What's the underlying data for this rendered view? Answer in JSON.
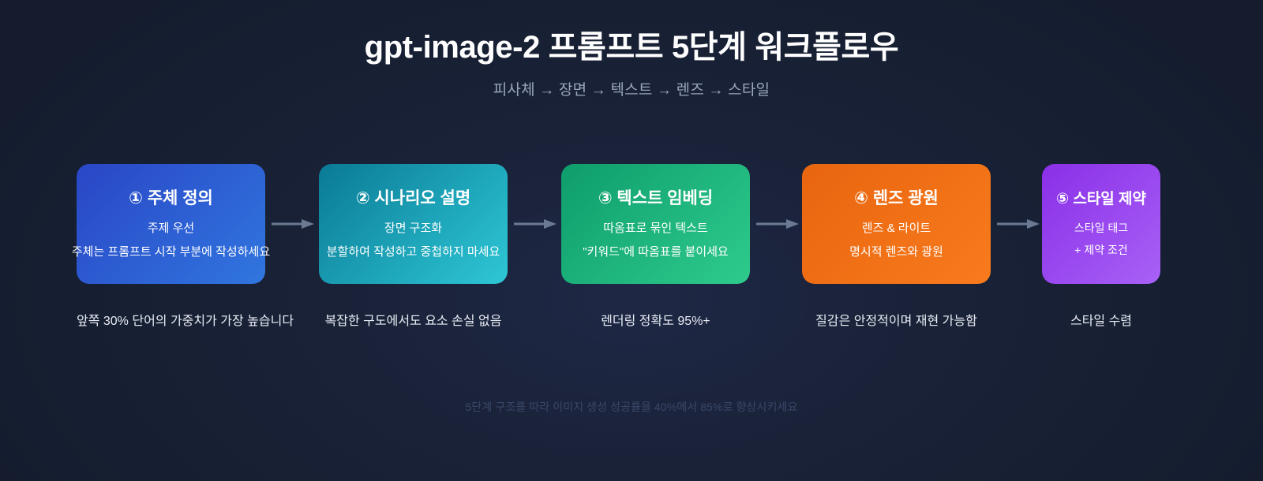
{
  "header": {
    "title": "gpt-image-2 프롬프트 5단계 워크플로우",
    "subtitle": "피사체 → 장면 → 텍스트 → 렌즈 → 스타일"
  },
  "theme": {
    "background": "#141c2e",
    "background_center": "#1e2845",
    "title_color": "#ffffff",
    "subtitle_color": "#9aa5bb",
    "caption_color": "#e8ecf4",
    "footer_color": "#3a4767",
    "arrow_color": "#6b7a93"
  },
  "steps": [
    {
      "index": "①",
      "title": "① 주체 정의",
      "sub": "주제 우선",
      "detail": "주체는 프롬프트 시작 부분에 작성하세요",
      "caption": "앞쪽 30% 단어의 가중치가 가장 높습니다",
      "color_from": "#2a46c6",
      "color_to": "#3076df"
    },
    {
      "index": "②",
      "title": "② 시나리오 설명",
      "sub": "장면 구조화",
      "detail": "분할하여 작성하고 중첩하지 마세요",
      "caption": "복잡한 구도에서도 요소 손실 없음",
      "color_from": "#0a7a95",
      "color_to": "#2ec7d6"
    },
    {
      "index": "③",
      "title": "③ 텍스트 임베딩",
      "sub": "따옴표로 묶인 텍스트",
      "detail": "\"키워드\"에 따옴표를 붙이세요",
      "caption": "렌더링 정확도 95%+",
      "color_from": "#0e9d6c",
      "color_to": "#2ecb8c"
    },
    {
      "index": "④",
      "title": "④ 렌즈 광원",
      "sub": "렌즈 & 라이트",
      "detail": "명시적 렌즈와 광원",
      "caption": "질감은 안정적이며 재현 가능함",
      "color_from": "#e8650f",
      "color_to": "#f97b1d"
    },
    {
      "index": "⑤",
      "title": "⑤ 스타일 제약",
      "sub": "스타일 태그",
      "detail": "+ 제약 조건",
      "caption": "스타일 수렴",
      "color_from": "#8a2fe8",
      "color_to": "#a861f6"
    }
  ],
  "connectors": [
    {
      "name": "arrow-step1-step2"
    },
    {
      "name": "arrow-step2-step3"
    },
    {
      "name": "arrow-step3-step4"
    },
    {
      "name": "arrow-step4-step5"
    }
  ],
  "footer": {
    "note": "5단계 구조를 따라 이미지 생성 성공률을 40%에서 85%로 향상시키세요"
  }
}
